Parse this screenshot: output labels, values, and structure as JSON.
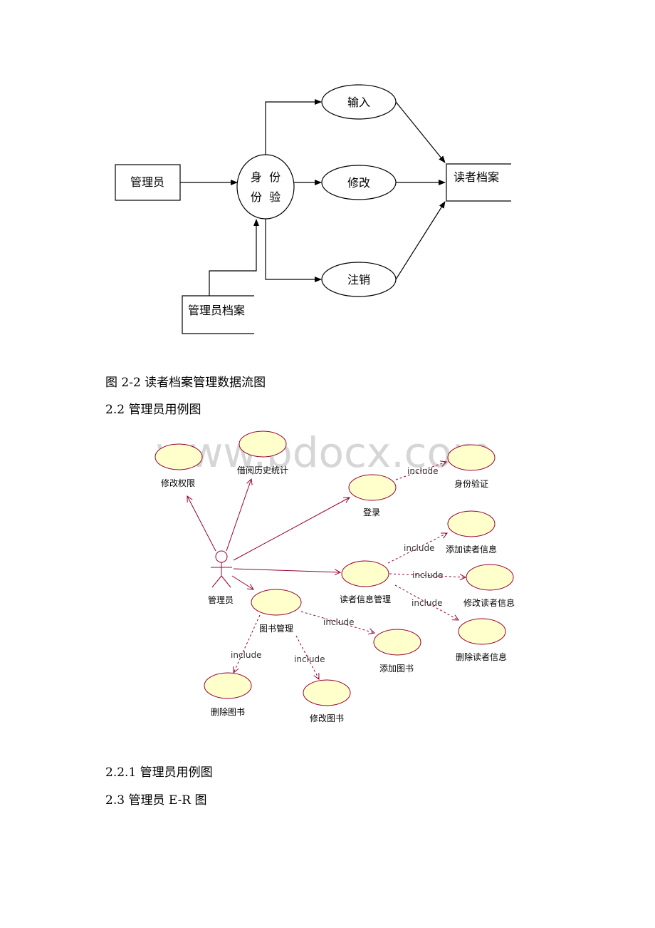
{
  "dfd": {
    "admin": "管理员",
    "verify_line1": "身  份",
    "verify_line2": "份  验",
    "input": "输入",
    "modify": "修改",
    "cancel": "注销",
    "reader_archive": "读者档案",
    "admin_archive": "管理员档案"
  },
  "captions": {
    "fig_2_2": "图 2-2 读者档案管理数据流图",
    "sec_2_2": "2.2 管理员用例图",
    "sec_2_2_1": "2.2.1 管理员用例图",
    "sec_2_3": "2.3 管理员 E-R 图"
  },
  "watermark": "www.bdocx.com",
  "usecase": {
    "actor": "管理员",
    "include_label": "include",
    "cases": {
      "modify_permission": "修改权限",
      "borrow_history": "借阅历史统计",
      "login": "登录",
      "identity_verify": "身份验证",
      "reader_info_mgmt": "读者信息管理",
      "add_reader": "添加读者信息",
      "modify_reader": "修改读者信息",
      "delete_reader": "删除读者信息",
      "book_mgmt": "图书管理",
      "add_book": "添加图书",
      "delete_book": "删除图书",
      "modify_book": "修改图书"
    }
  },
  "colors": {
    "usecase_fill": "#ffffcc",
    "usecase_stroke": "#990033",
    "link": "#990033"
  }
}
